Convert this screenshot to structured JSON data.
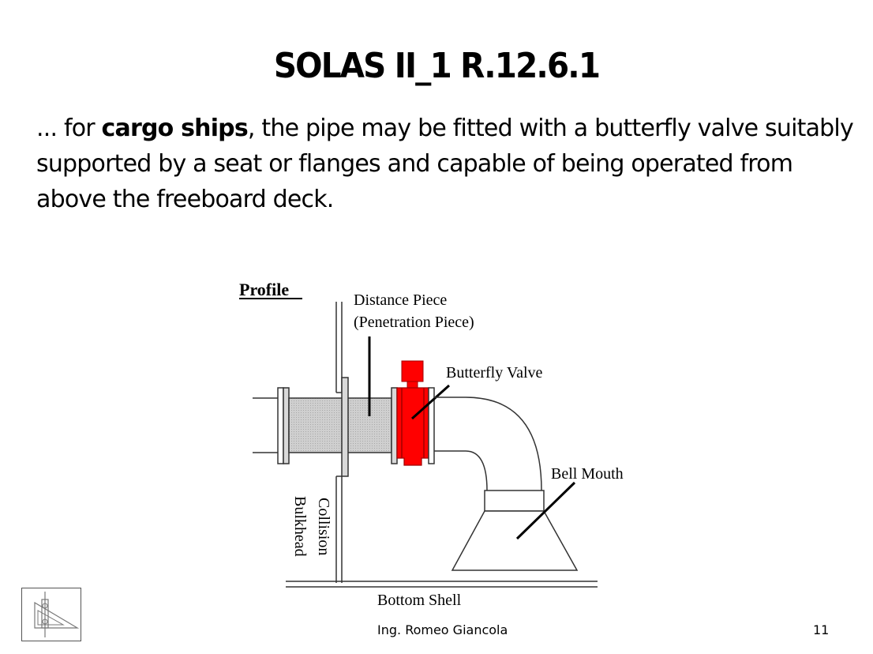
{
  "slide": {
    "title": "SOLAS II_1 R.12.6.1",
    "body": {
      "prefix": "... for ",
      "bold": "cargo ships",
      "suffix": ", the pipe may be fitted with a butterfly valve suitably supported by a seat or flanges and capable of being operated from above the freeboard deck."
    },
    "diagram": {
      "heading": "Profile",
      "labels": {
        "distance_piece_line1": "Distance Piece",
        "distance_piece_line2": "(Penetration Piece)",
        "butterfly_valve": "Butterfly Valve",
        "bell_mouth": "Bell Mouth",
        "collision": "Collision",
        "bulkhead": "Bulkhead",
        "bottom_shell": "Bottom Shell"
      },
      "colors": {
        "valve": "#ff0000",
        "valve_dark": "#a00000",
        "pipe_fill": "#c8c8c8",
        "flange_fill": "#d9d9d9",
        "outline": "#333333"
      }
    },
    "footer": {
      "author": "Ing. Romeo Giancola",
      "page_number": "11"
    },
    "logo": "drafting-tools-logo"
  }
}
